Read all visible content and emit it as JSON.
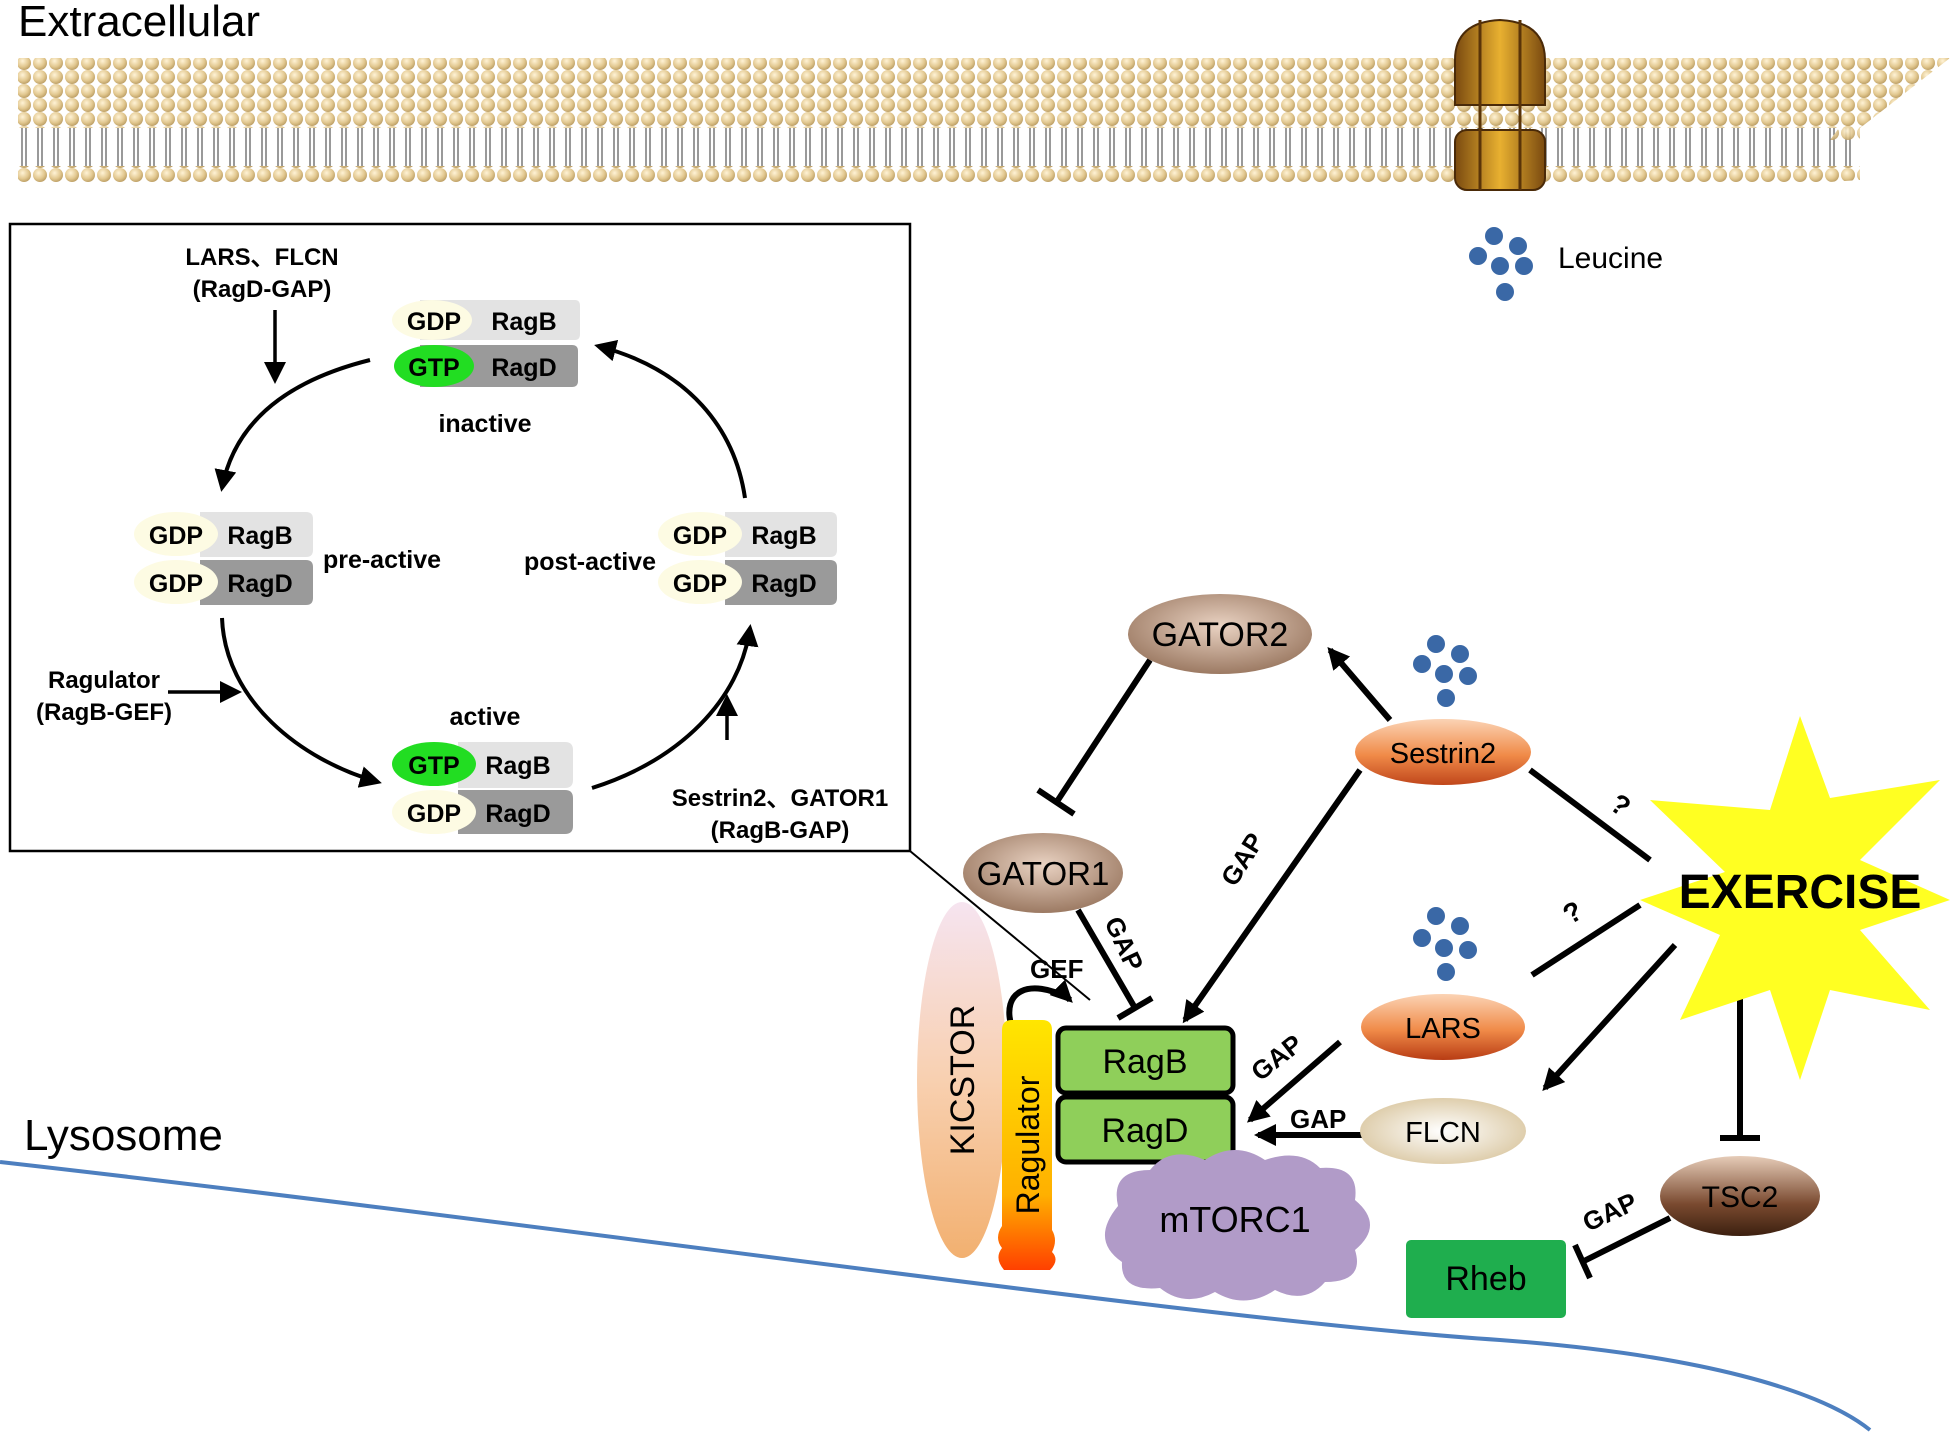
{
  "labels": {
    "extracellular": "Extracellular",
    "lysosome": "Lysosome",
    "leucine": "Leucine"
  },
  "inset": {
    "top_input_line1": "LARS、FLCN",
    "top_input_line2": "(RagD-GAP)",
    "left_input_line1": "Ragulator",
    "left_input_line2": "(RagB-GEF)",
    "bottom_input_line1": "Sestrin2、GATOR1",
    "bottom_input_line2": "(RagB-GAP)",
    "states": {
      "inactive": {
        "label": "inactive",
        "top_nuc": "GDP",
        "top_rag": "RagB",
        "bottom_nuc": "GTP",
        "bottom_rag": "RagD"
      },
      "pre_active": {
        "label": "pre-active",
        "top_nuc": "GDP",
        "top_rag": "RagB",
        "bottom_nuc": "GDP",
        "bottom_rag": "RagD"
      },
      "active": {
        "label": "active",
        "top_nuc": "GTP",
        "top_rag": "RagB",
        "bottom_nuc": "GDP",
        "bottom_rag": "RagD"
      },
      "post_active": {
        "label": "post-active",
        "top_nuc": "GDP",
        "top_rag": "RagB",
        "bottom_nuc": "GDP",
        "bottom_rag": "RagD"
      }
    }
  },
  "nodes": {
    "gator2": "GATOR2",
    "gator1": "GATOR1",
    "sestrin2": "Sestrin2",
    "exercise": "EXERCISE",
    "lars": "LARS",
    "flcn": "FLCN",
    "tsc2": "TSC2",
    "rheb": "Rheb",
    "ragb": "RagB",
    "ragd": "RagD",
    "kicstor": "KICSTOR",
    "ragulator": "Ragulator",
    "mtorc1": "mTORC1"
  },
  "edge_labels": {
    "gef": "GEF",
    "gap_gator1": "GAP",
    "gap_sestrin2": "GAP",
    "gap_lars": "GAP",
    "gap_flcn": "GAP",
    "gap_tsc2": "GAP",
    "q_sestrin2": "?",
    "q_lars": "?"
  },
  "colors": {
    "gtp": "#22dd22",
    "gdp": "#fdfbe3",
    "rag_light": "#e3e3e3",
    "rag_dark": "#9a9a9a",
    "rag_box": "#8fcf5a",
    "rheb": "#1fae4e",
    "mtorc1": "#b19bc8",
    "exercise_star": "#ffff22",
    "membrane_head": "#e0c690",
    "lysosome_line": "#4d7fbf",
    "leucine": "#3a68a6"
  }
}
